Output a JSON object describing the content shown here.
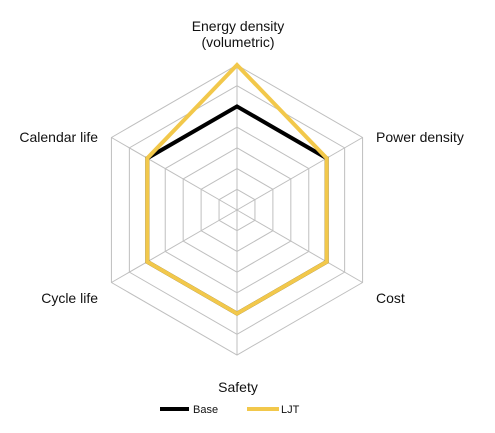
{
  "chart_data": {
    "type": "radar",
    "axes": [
      "Energy density|(volumetric)",
      "Power density",
      "Cost",
      "Safety",
      "Cycle life",
      "Calendar life"
    ],
    "rings": 7,
    "ylim": [
      0,
      7
    ],
    "grid": true,
    "legend_position": "bottom",
    "series": [
      {
        "name": "Base",
        "color": "#000000",
        "values": [
          5,
          5,
          5,
          5,
          5,
          5
        ]
      },
      {
        "name": "LJT",
        "color": "#f2c84b",
        "values": [
          7,
          5,
          5,
          5,
          5,
          5
        ]
      }
    ],
    "grid_color": "#bfbfbf"
  }
}
